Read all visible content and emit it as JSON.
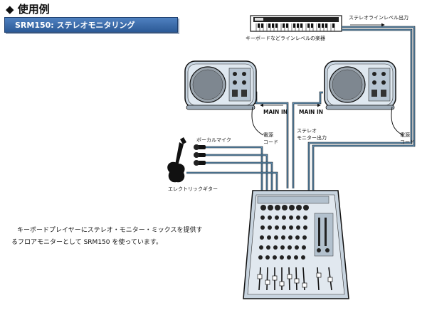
{
  "heading": "◆ 使用例",
  "banner": "SRM150: ステレオモニタリング",
  "labels": {
    "keyboard": "キーボードなどラインレベルの楽器",
    "stereo_line_out": "ステレオラインレベル出力",
    "main_in_left": "MAIN IN",
    "main_in_right": "MAIN IN",
    "power_cord_left": "電源\nコード",
    "power_cord_right": "電源\nコード",
    "stereo_monitor_out": "ステレオ\nモニター出力",
    "vocal_mic": "ボーカルマイク",
    "electric_guitar": "エレクトリックギター"
  },
  "description": {
    "line1": "キーボードプレイヤーにステレオ・モニター・ミックスを提供す",
    "line2": "るフロアモニターとして SRM150 を使っています。"
  }
}
